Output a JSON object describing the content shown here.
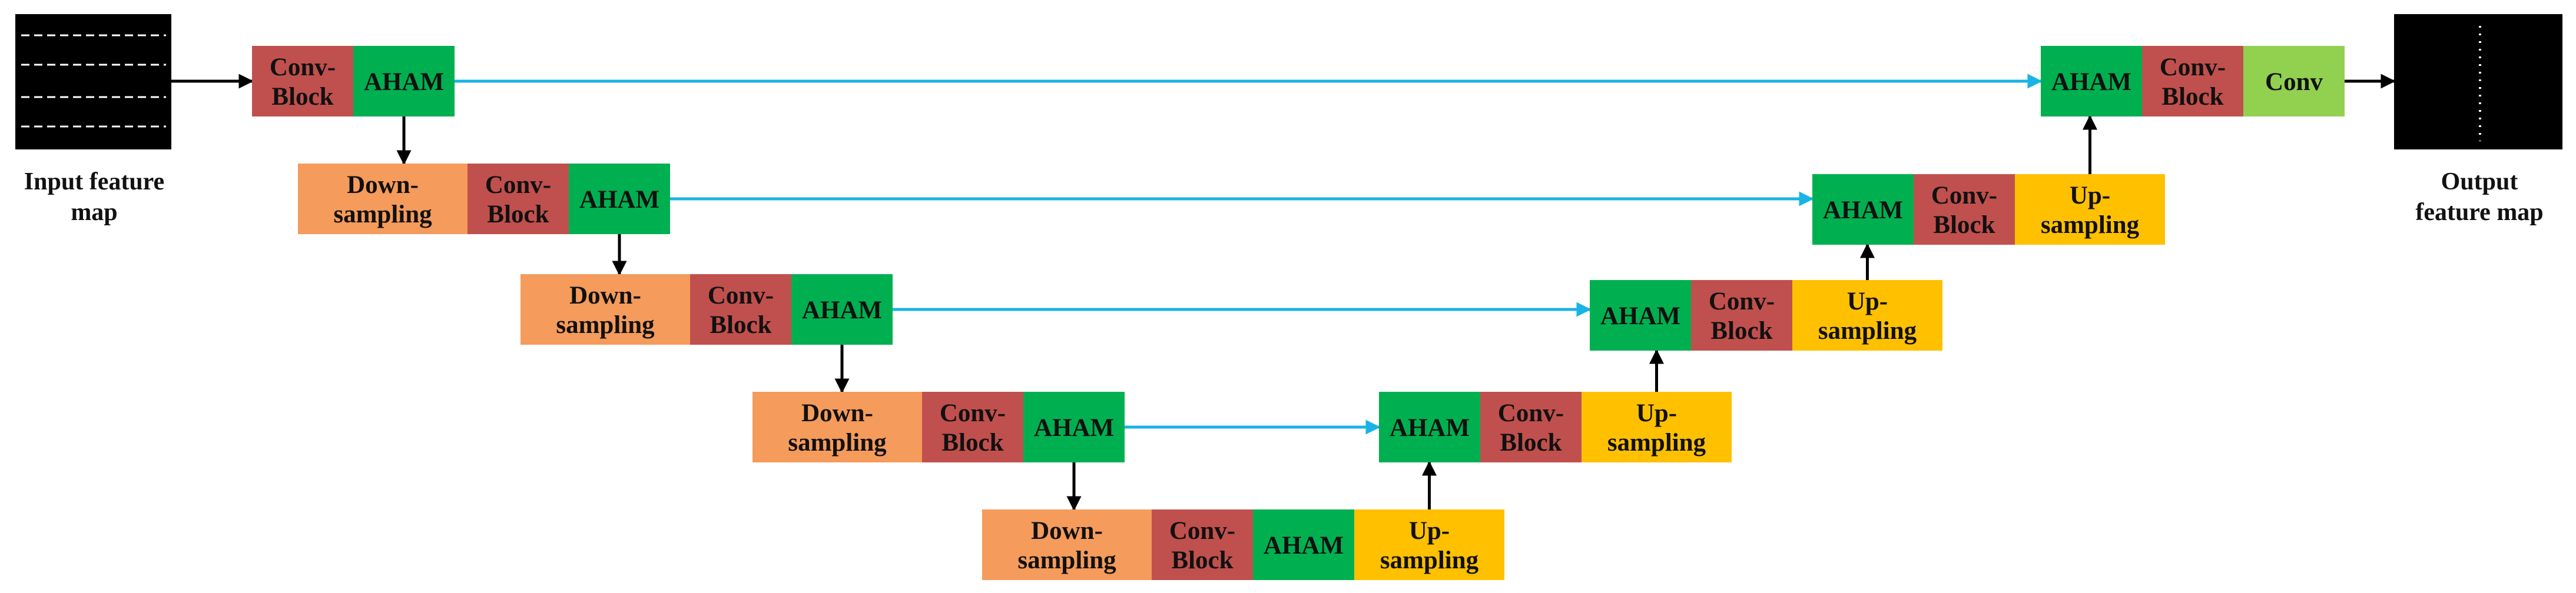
{
  "colors": {
    "downsampling": "#F59B5B",
    "conv_block": "#C0504D",
    "aham": "#00B050",
    "upsampling": "#FFC000",
    "conv": "#92D050",
    "skip_arrow": "#19B3E6",
    "flow_arrow": "#000000",
    "feature_map_bg": "#000000",
    "feature_map_lines": "#ffffff"
  },
  "labels": {
    "downsampling": [
      "Down-",
      "sampling"
    ],
    "conv_block": [
      "Conv-",
      "Block"
    ],
    "aham": [
      "AHAM"
    ],
    "upsampling": [
      "Up-",
      "sampling"
    ],
    "conv": [
      "Conv"
    ]
  },
  "input_map": {
    "caption": [
      "Input feature",
      "map"
    ],
    "pattern": "horizontal-dashes",
    "icon": "input-feature-map-icon"
  },
  "output_map": {
    "caption": [
      "Output",
      "feature map"
    ],
    "pattern": "vertical-dots",
    "icon": "output-feature-map-icon"
  },
  "encoder": [
    {
      "level": 0,
      "blocks": [
        "conv_block",
        "aham"
      ]
    },
    {
      "level": 1,
      "blocks": [
        "downsampling",
        "conv_block",
        "aham"
      ]
    },
    {
      "level": 2,
      "blocks": [
        "downsampling",
        "conv_block",
        "aham"
      ]
    },
    {
      "level": 3,
      "blocks": [
        "downsampling",
        "conv_block",
        "aham"
      ]
    }
  ],
  "bottleneck": {
    "level": 4,
    "blocks": [
      "downsampling",
      "conv_block",
      "aham",
      "upsampling"
    ]
  },
  "decoder": [
    {
      "level": 3,
      "blocks": [
        "aham",
        "conv_block",
        "upsampling"
      ]
    },
    {
      "level": 2,
      "blocks": [
        "aham",
        "conv_block",
        "upsampling"
      ]
    },
    {
      "level": 1,
      "blocks": [
        "aham",
        "conv_block",
        "upsampling"
      ]
    },
    {
      "level": 0,
      "blocks": [
        "aham",
        "conv_block",
        "conv"
      ]
    }
  ],
  "skip_connections": [
    {
      "from_level": 0,
      "to_level": 0
    },
    {
      "from_level": 1,
      "to_level": 1
    },
    {
      "from_level": 2,
      "to_level": 2
    },
    {
      "from_level": 3,
      "to_level": 3
    }
  ]
}
